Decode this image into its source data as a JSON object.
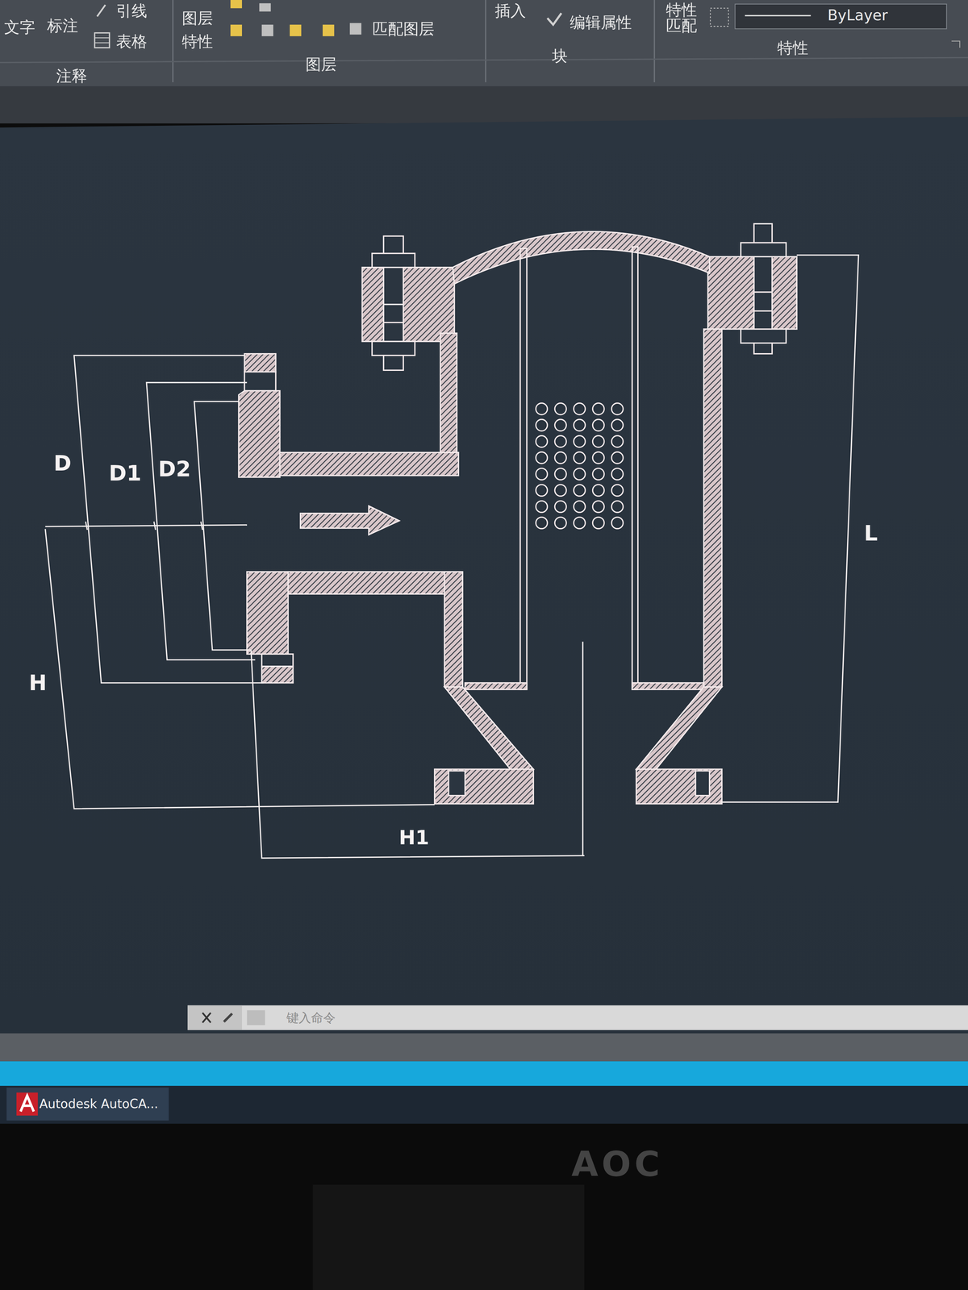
{
  "diagram": {
    "labels": [
      "文字",
      "标注",
      "引线",
      "表格",
      "注释",
      "图层",
      "特性",
      "匹配图层",
      "图层",
      "插入",
      "编辑属性",
      "块",
      "特性",
      "匹配",
      "ByLayer",
      "特性",
      "D",
      "D1",
      "D2",
      "H",
      "H1",
      "L",
      "键入命令",
      "Autodesk AutoCA...",
      "AOC"
    ]
  }
}
